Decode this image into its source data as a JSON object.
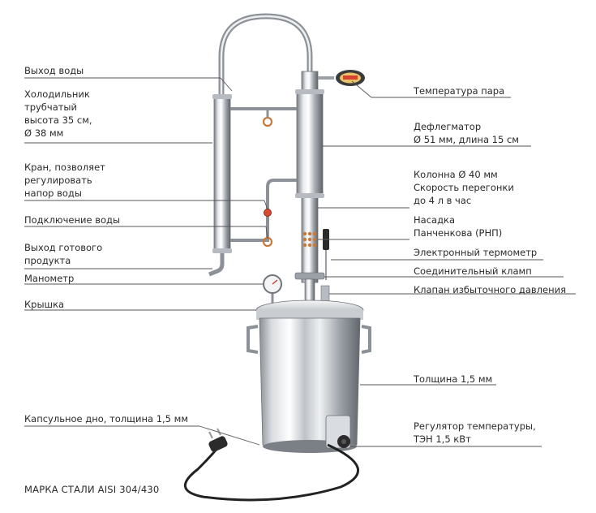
{
  "labels_left": [
    {
      "id": "water-outlet",
      "text": "Выход воды"
    },
    {
      "id": "tube-condenser",
      "text": "Холодильник\nтрубчатый\nвысота 35 см,\nØ 38 мм"
    },
    {
      "id": "water-valve",
      "text": "Кран, позволяет\nрегулировать\nнапор воды"
    },
    {
      "id": "water-connection",
      "text": "Подключение воды"
    },
    {
      "id": "product-outlet",
      "text": "Выход готового\nпродукта"
    },
    {
      "id": "manometer",
      "text": "Манометр"
    },
    {
      "id": "lid",
      "text": "Крышка"
    },
    {
      "id": "capsule-bottom",
      "text": "Капсульное дно, толщина 1,5 мм"
    }
  ],
  "labels_right": [
    {
      "id": "vapor-temp",
      "text": "Температура пара"
    },
    {
      "id": "dephlegmator",
      "text": "Дефлегматор\nØ 51 мм, длина 15 см"
    },
    {
      "id": "column",
      "text": "Колонна Ø 40 мм\nСкорость перегонки\nдо 4 л в час"
    },
    {
      "id": "nozzle",
      "text": "Насадка\nПанченкова (РНП)"
    },
    {
      "id": "thermometer",
      "text": "Электронный термометр"
    },
    {
      "id": "clamp",
      "text": "Соединительный кламп"
    },
    {
      "id": "relief-valve",
      "text": "Клапан избыточного давления"
    },
    {
      "id": "thickness",
      "text": "Толщина 1,5 мм"
    },
    {
      "id": "temp-regulator",
      "text": "Регулятор температуры,\nТЭН 1,5 кВт"
    }
  ],
  "footer": "МАРКА СТАЛИ AISI 304/430",
  "colors": {
    "steel_light": "#f2f3f5",
    "steel_mid": "#b9bdc3",
    "steel_dark": "#6f747b",
    "copper": "#c87a3a",
    "leader_line": "#555555",
    "cable": "#222222",
    "gauge_face": "#f4f4f4"
  }
}
